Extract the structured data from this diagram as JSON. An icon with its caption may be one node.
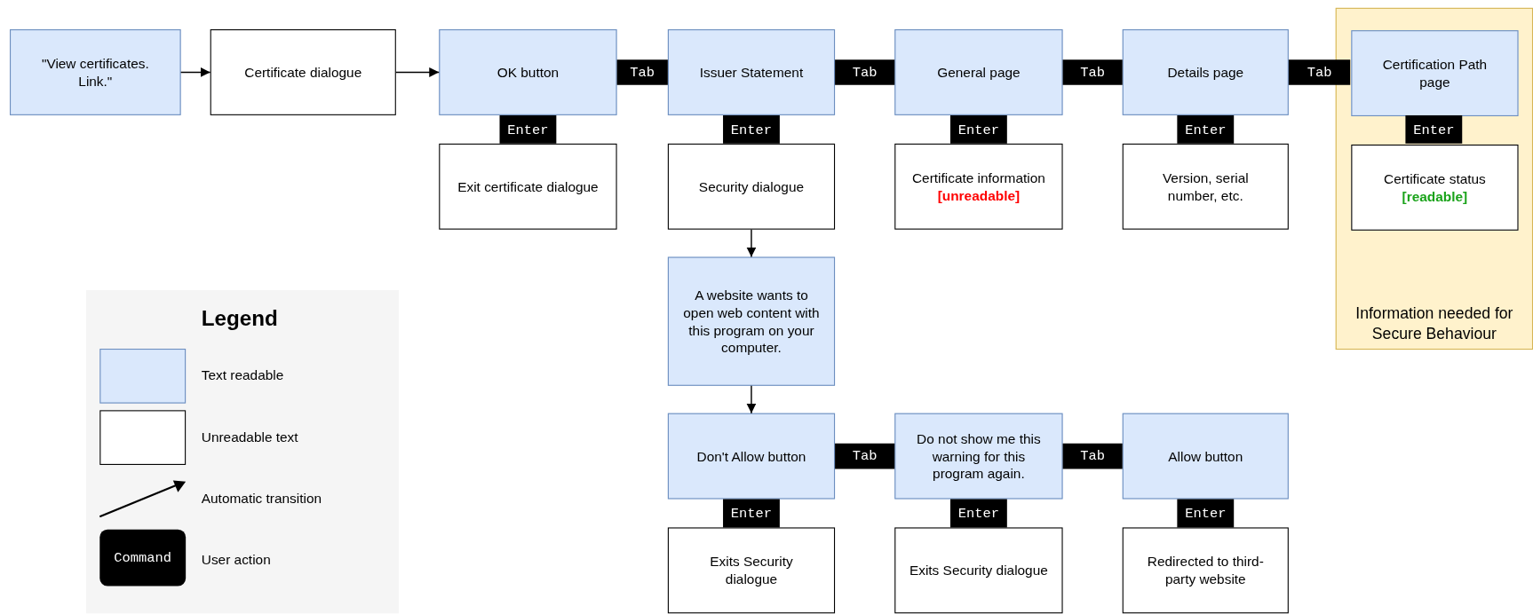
{
  "diagram": {
    "nodes": [
      {
        "text": [
          "\"View certificates. Link.\""
        ]
      },
      {
        "text": [
          "Certificate dialogue"
        ]
      },
      {
        "text": [
          "OK button"
        ]
      },
      {
        "text": [
          "Issuer Statement"
        ]
      },
      {
        "text": [
          "General page"
        ]
      },
      {
        "text": [
          "Details page"
        ]
      },
      {
        "text": [
          "Information needed for Secure Behaviour"
        ]
      },
      {
        "text": [
          "Certification Path page"
        ],
        "in": 6
      },
      {
        "text": [
          "Exit certificate dialogue"
        ]
      },
      {
        "text": [
          "Security dialogue"
        ]
      },
      {
        "text": [
          "Certificate information",
          "[unreadable]"
        ]
      },
      {
        "text": [
          "Version, serial number, etc."
        ]
      },
      {
        "text": [
          "Certificate status",
          "[readable]"
        ],
        "in": 6
      },
      {
        "text": [
          "A website wants to open web content with this program on your computer."
        ]
      },
      {
        "text": [
          "Don't Allow button"
        ]
      },
      {
        "text": [
          "Do not show me this warning for this program again."
        ]
      },
      {
        "text": [
          "Allow button"
        ]
      },
      {
        "text": [
          "Exits Security dialogue"
        ]
      },
      {
        "text": [
          "Exits Security dialogue"
        ]
      },
      {
        "text": [
          "Redirected to third-party website"
        ]
      }
    ],
    "edges": [
      {
        "from": 0,
        "to": 1,
        "arrow": "to"
      },
      {
        "from": 1,
        "to": 2,
        "arrow": "to"
      },
      {
        "from": 2,
        "to": 3,
        "arrow": "none",
        "label": "Tab"
      },
      {
        "from": 3,
        "to": 4,
        "arrow": "none",
        "label": "Tab"
      },
      {
        "from": 4,
        "to": 5,
        "arrow": "none",
        "label": "Tab"
      },
      {
        "from": 5,
        "to": 7,
        "arrow": "none",
        "label": "Tab"
      },
      {
        "from": 2,
        "to": 8,
        "arrow": "none",
        "label": "Enter",
        "style": "thick"
      },
      {
        "from": 3,
        "to": 9,
        "arrow": "none",
        "label": "Enter",
        "style": "thick"
      },
      {
        "from": 4,
        "to": 10,
        "arrow": "none",
        "label": "Enter",
        "style": "thick"
      },
      {
        "from": 5,
        "to": 11,
        "arrow": "none",
        "label": "Enter",
        "style": "thick"
      },
      {
        "from": 7,
        "to": 12,
        "arrow": "none",
        "label": "Enter",
        "style": "thick"
      },
      {
        "from": 9,
        "to": 13,
        "arrow": "to"
      },
      {
        "from": 13,
        "to": 14,
        "arrow": "to"
      },
      {
        "from": 14,
        "to": 15,
        "arrow": "none",
        "label": "Tab"
      },
      {
        "from": 15,
        "to": 16,
        "arrow": "none",
        "label": "Tab"
      },
      {
        "from": 14,
        "to": 17,
        "arrow": "none",
        "label": "Enter",
        "style": "thick"
      },
      {
        "from": 15,
        "to": 18,
        "arrow": "none",
        "label": "Enter",
        "style": "thick"
      },
      {
        "from": 16,
        "to": 19,
        "arrow": "none",
        "label": "Enter",
        "style": "thick"
      }
    ],
    "labels": [
      "Legend",
      "Command"
    ],
    "legend": [
      {
        "text": "Text readable",
        "color": "#dae8fc"
      },
      {
        "text": "Unreadable text",
        "color": "#ffffff"
      },
      {
        "text": "Automatic transition"
      },
      {
        "text": "User action"
      }
    ]
  }
}
